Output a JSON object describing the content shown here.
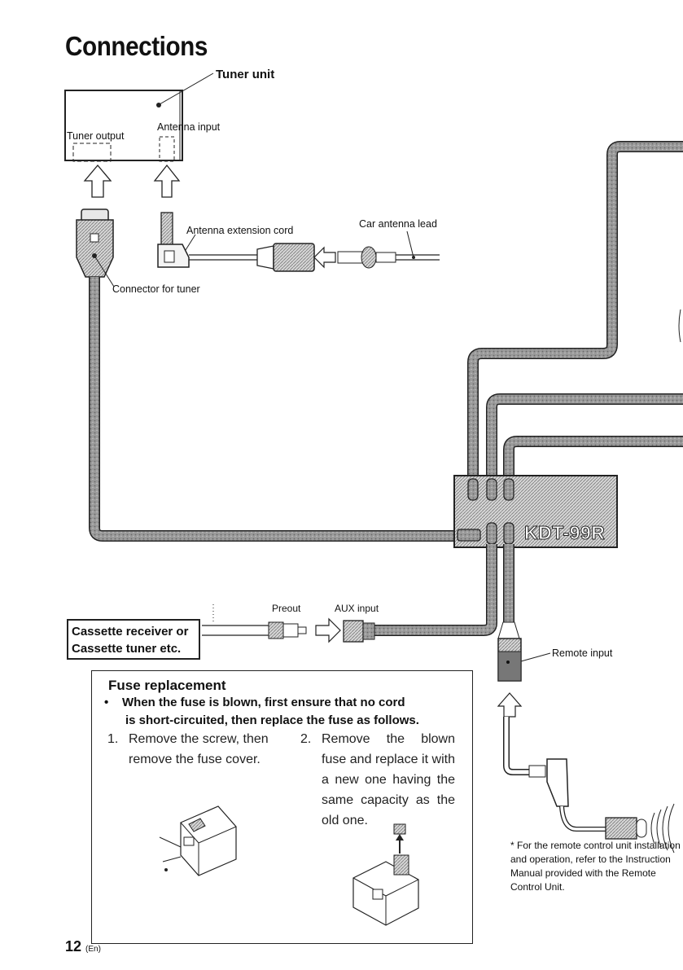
{
  "title": "Connections",
  "labels": {
    "tuner_unit": "Tuner unit",
    "tuner_output": "Tuner output",
    "antenna_input": "Antenna input",
    "antenna_extension_cord": "Antenna extension cord",
    "car_antenna_lead": "Car antenna lead",
    "connector_for_tuner": "Connector for tuner",
    "model": "KDT-99R",
    "preout": "Preout",
    "aux_input": "AUX input",
    "cassette_line1": "Cassette receiver or",
    "cassette_line2": "Cassette tuner etc.",
    "remote_input": "Remote input"
  },
  "fuse": {
    "title": "Fuse replacement",
    "bullet": "•",
    "warning_line1": "When the fuse is blown, first ensure that no cord",
    "warning_line2": "is short-circuited, then replace the fuse as follows.",
    "step1_num": "1.",
    "step1_text": "Remove the screw, then remove the fuse cover.",
    "step2_num": "2.",
    "step2_text": "Remove the blown fuse and replace it with a new one having the same capacity as the old one."
  },
  "note": "* For the remote control unit installation and operation, refer to the Instruction Manual provided with the Remote Control Unit.",
  "page": {
    "number": "12",
    "suffix": "(En)"
  }
}
